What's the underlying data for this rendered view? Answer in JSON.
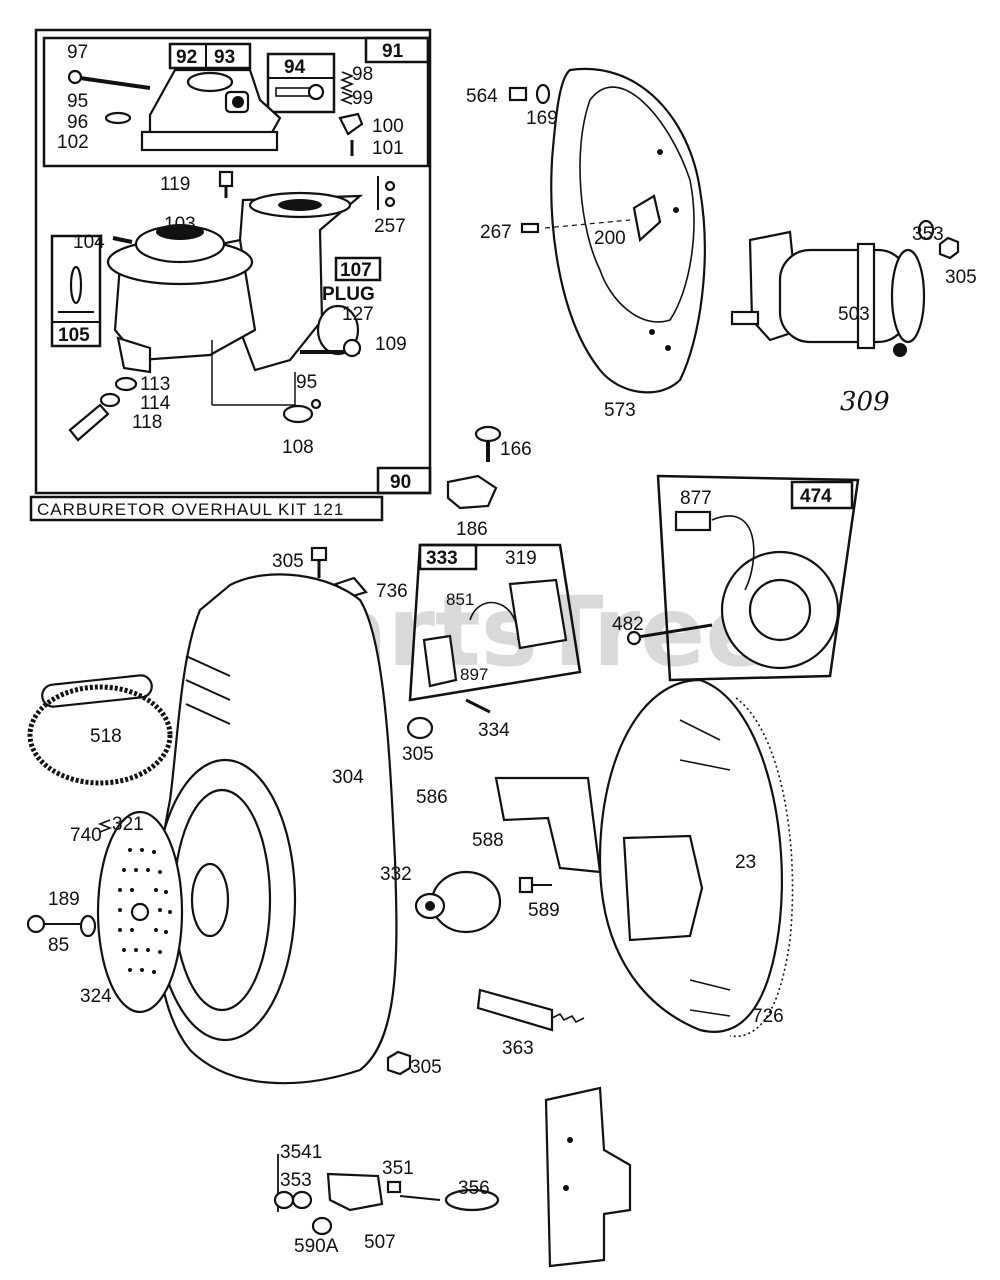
{
  "watermark": "PartsTree",
  "kit_banner": "CARBURETOR OVERHAUL KIT 121",
  "handwritten_note": "309",
  "box_labels": {
    "b91": "91",
    "b92": "92",
    "b93": "93",
    "b94": "94",
    "b90": "90",
    "b105": "105",
    "b107": "107",
    "b333": "333",
    "b474": "474"
  },
  "plug_text": "PLUG",
  "callouts": {
    "c97": "97",
    "c95a": "95",
    "c96": "96",
    "c102": "102",
    "c98": "98",
    "c99": "99",
    "c100": "100",
    "c101": "101",
    "c119": "119",
    "c257": "257",
    "c104": "104",
    "c103": "103",
    "c127": "127",
    "c109": "109",
    "c113": "113",
    "c114": "114",
    "c118": "118",
    "c95b": "95",
    "c108": "108",
    "c564": "564",
    "c169": "169",
    "c267": "267",
    "c200": "200",
    "c573": "573",
    "c353a": "353",
    "c305a": "305",
    "c503": "503",
    "c166": "166",
    "c186": "186",
    "c877": "877",
    "c482": "482",
    "c305b": "305",
    "c736": "736",
    "c319": "319",
    "c851": "851",
    "c897": "897",
    "c334": "334",
    "c305c": "305",
    "c518": "518",
    "c304": "304",
    "c321": "321",
    "c740": "740",
    "c189": "189",
    "c85": "85",
    "c324": "324",
    "c586": "586",
    "c332": "332",
    "c588": "588",
    "c589": "589",
    "c23": "23",
    "c726": "726",
    "c363": "363",
    "c305d": "305",
    "c3541": "3541",
    "c353b": "353",
    "c351": "351",
    "c356": "356",
    "c590a": "590A",
    "c507": "507"
  }
}
